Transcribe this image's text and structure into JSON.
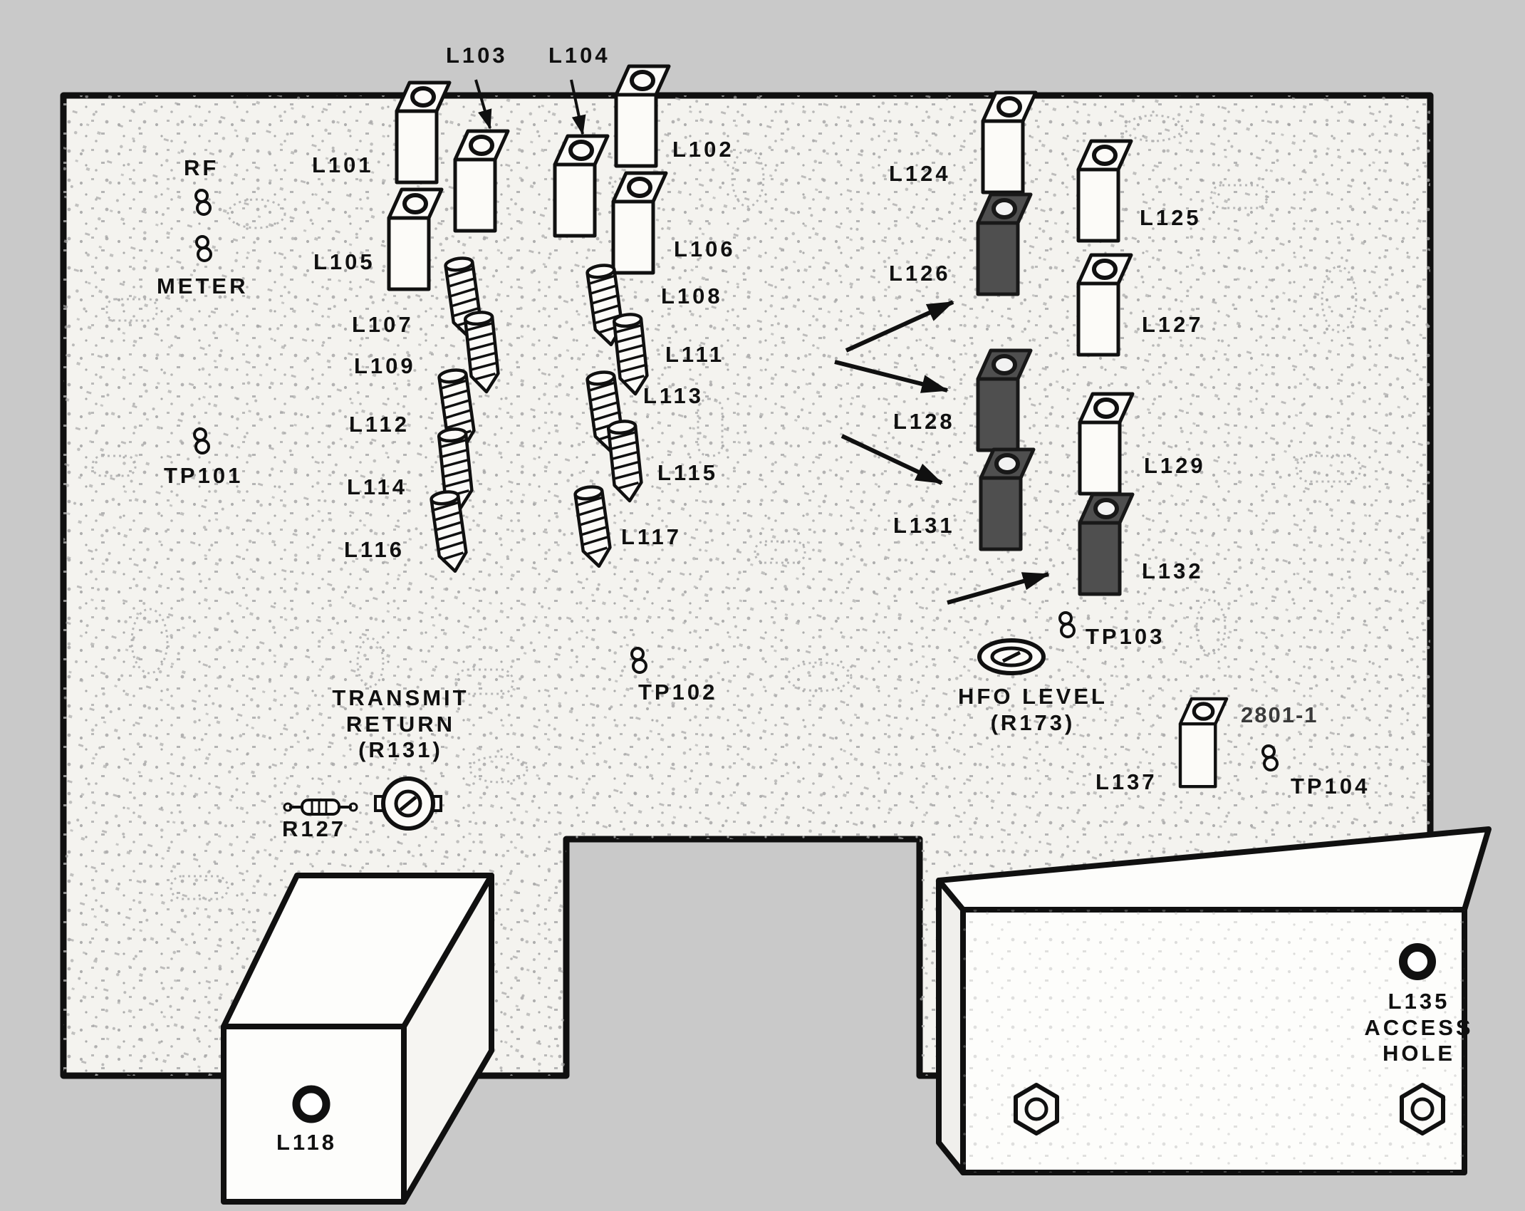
{
  "labels": {
    "rf": "RF",
    "meter": "METER",
    "l101": "L101",
    "l102": "L102",
    "l103": "L103",
    "l104": "L104",
    "l105": "L105",
    "l106": "L106",
    "l107": "L107",
    "l108": "L108",
    "l109": "L109",
    "l111": "L111",
    "l112": "L112",
    "l113": "L113",
    "l114": "L114",
    "l115": "L115",
    "l116": "L116",
    "l117": "L117",
    "l118": "L118",
    "l124": "L124",
    "l125": "L125",
    "l126": "L126",
    "l127": "L127",
    "l128": "L128",
    "l129": "L129",
    "l131": "L131",
    "l132": "L132",
    "l137": "L137",
    "tp101": "TP101",
    "tp102": "TP102",
    "tp103": "TP103",
    "tp104": "TP104",
    "transmit_return": "TRANSMIT\nRETURN\n(R131)",
    "hfo_level": "HFO LEVEL\n(R173)",
    "r127": "R127",
    "board_marking": "2801-1",
    "l135_access": "L135\nACCESS\nHOLE"
  },
  "colors": {
    "background": "#c9c9c9",
    "board": "#f4f3ef",
    "ink": "#101010",
    "dark_component": "#4f4f4f"
  }
}
